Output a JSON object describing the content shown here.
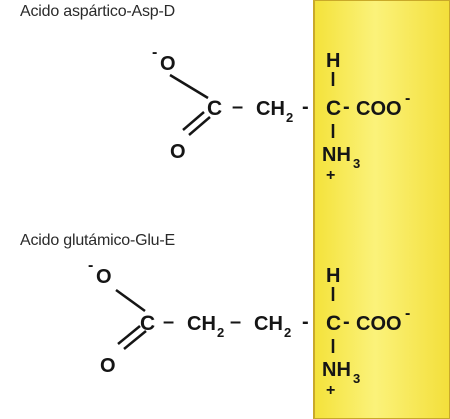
{
  "panel_color": "#f7ec50",
  "panel_border": "#c9a92a",
  "molecules": [
    {
      "name": "Acido aspártico-Asp-D",
      "carboxylate_oxygen": "O",
      "carboxylate_charge": "-",
      "carbonyl_oxygen": "O",
      "carboxyl_carbon": "C",
      "dash1": "–",
      "ch2_a": "CH",
      "ch2_a_sub": "2",
      "alpha_h": "H",
      "alpha_c": "C",
      "dash_coo": "-",
      "coo": "COO",
      "coo_charge": "-",
      "nh3": "NH",
      "nh3_sub": "3",
      "nh3_charge": "+"
    },
    {
      "name": "Acido glutámico-Glu-E",
      "carboxylate_oxygen": "O",
      "carboxylate_charge": "-",
      "carbonyl_oxygen": "O",
      "carboxyl_carbon": "C",
      "dash1": "–",
      "ch2_a": "CH",
      "ch2_a_sub": "2",
      "dash2": "–",
      "ch2_b": "CH",
      "ch2_b_sub": "2",
      "alpha_h": "H",
      "alpha_c": "C",
      "dash_coo": "-",
      "coo": "COO",
      "coo_charge": "-",
      "nh3": "NH",
      "nh3_sub": "3",
      "nh3_charge": "+"
    }
  ]
}
